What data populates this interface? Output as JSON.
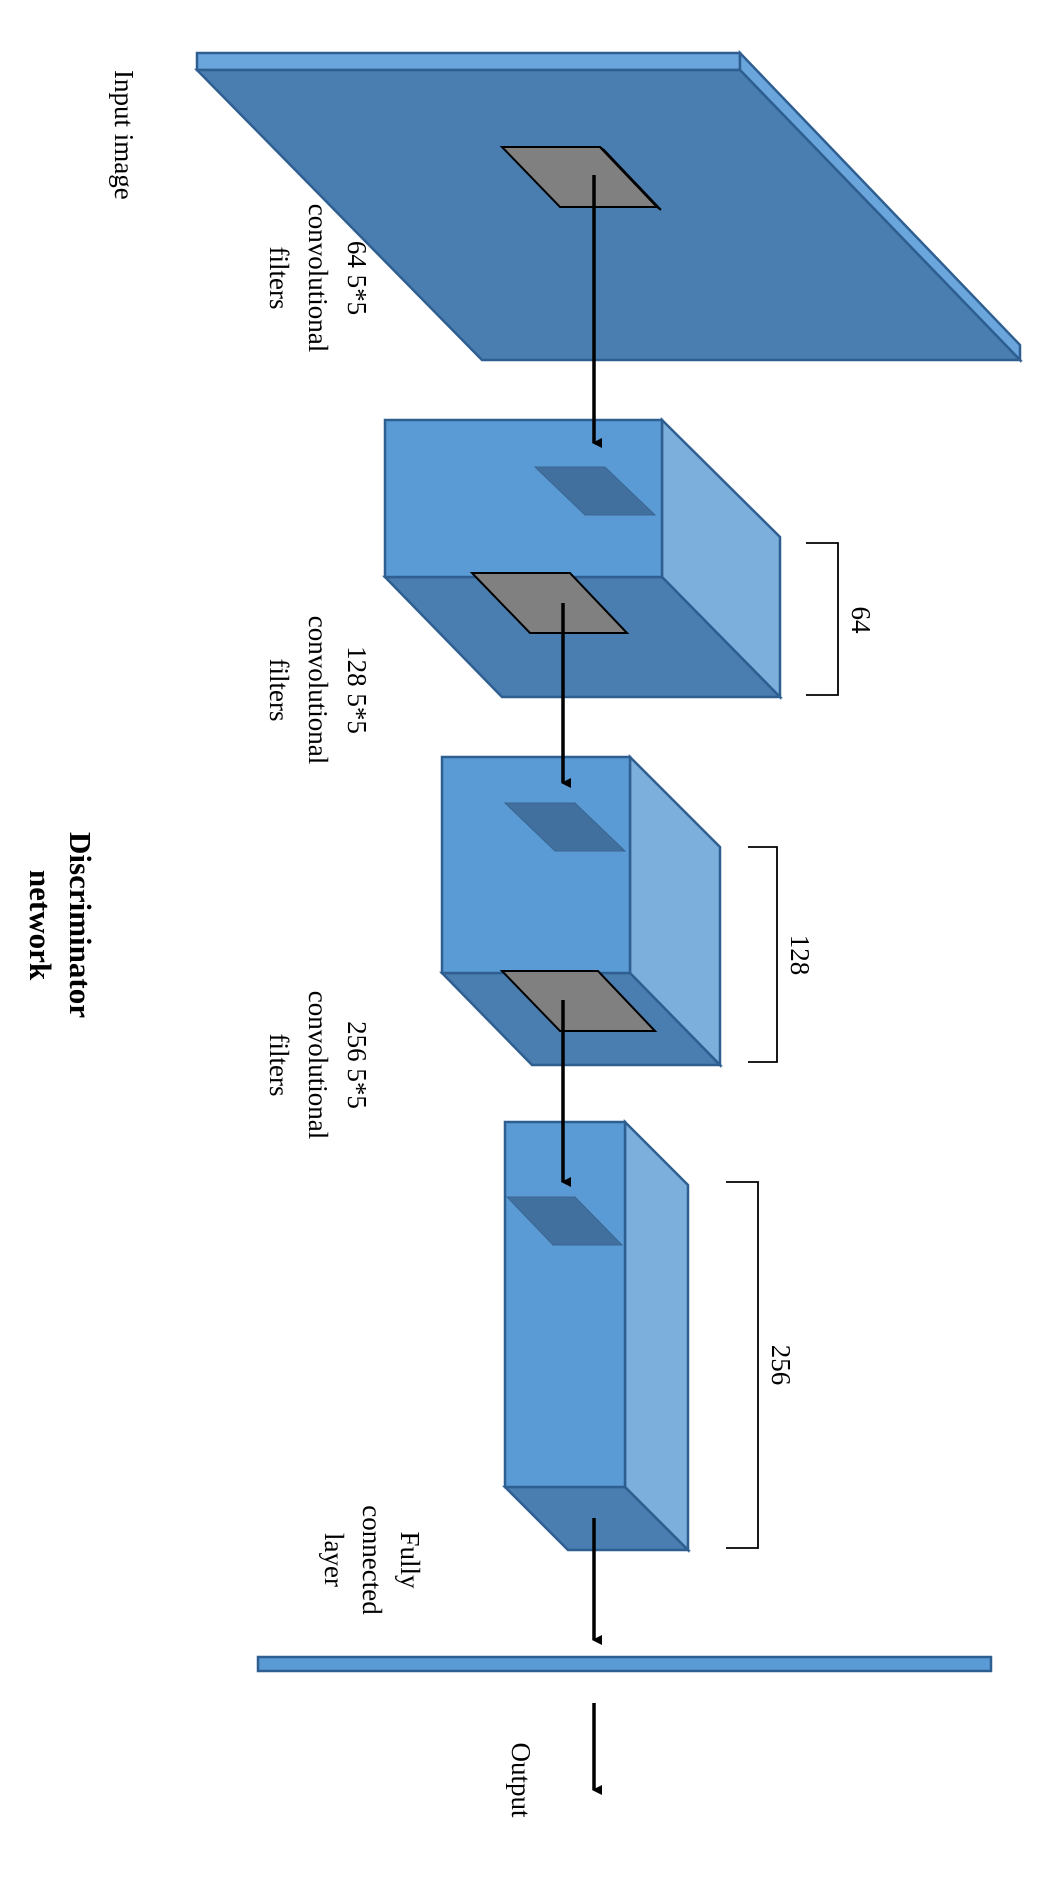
{
  "title": {
    "line1": "Discriminator",
    "line2": "network"
  },
  "layers": {
    "input": {
      "label": "Input image"
    },
    "conv1": {
      "filter_line1": "64 5*5",
      "filter_line2": "convolutional",
      "filter_line3": "filters",
      "depth": "64"
    },
    "conv2": {
      "filter_line1": "128 5*5",
      "filter_line2": "convolutional",
      "filter_line3": "filters",
      "depth": "128"
    },
    "conv3": {
      "filter_line1": "256 5*5",
      "filter_line2": "convolutional",
      "filter_line3": "filters",
      "depth": "256"
    },
    "fc": {
      "line1": "Fully",
      "line2": "connected",
      "line3": "layer"
    },
    "output": {
      "label": "Output"
    }
  },
  "colors": {
    "block_front": "#5b9bd5",
    "block_side": "#7dafdc",
    "block_bottom": "#4a7eb0",
    "input_plane": "#4a7eb0",
    "input_edge": "#6aa6dc",
    "filter_patch": "#808080",
    "receptive_patch": "#41709f"
  }
}
